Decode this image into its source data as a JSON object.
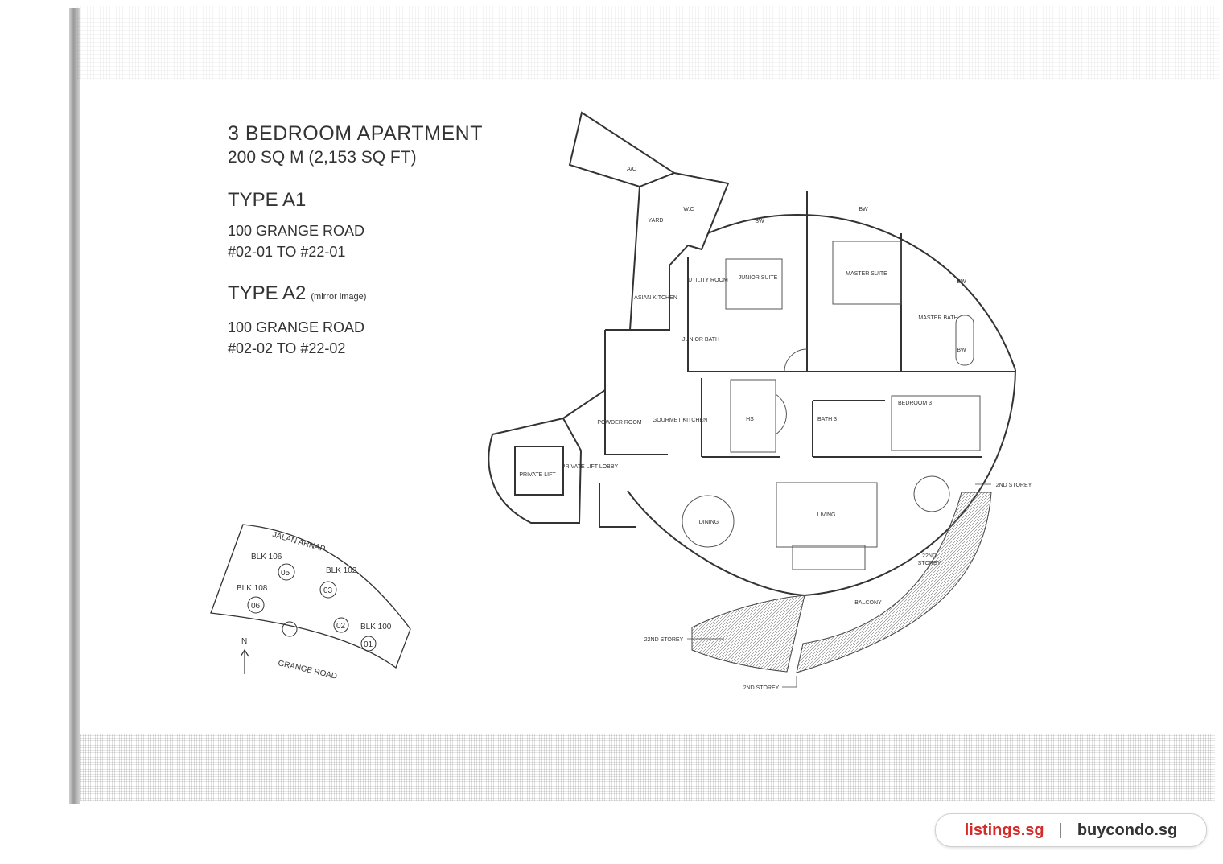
{
  "header": {
    "title": "3 BEDROOM APARTMENT",
    "area": "200 SQ M (2,153 SQ FT)"
  },
  "types": [
    {
      "name": "TYPE A1",
      "note": "",
      "address": "100 GRANGE ROAD",
      "units": "#02-01 TO #22-01"
    },
    {
      "name": "TYPE A2",
      "note": "(mirror image)",
      "address": "100 GRANGE ROAD",
      "units": "#02-02 TO #22-02"
    }
  ],
  "plan": {
    "rooms": {
      "ac": "A/C",
      "wc": "W.C",
      "yard": "YARD",
      "asian_kitchen": "ASIAN KITCHEN",
      "utility_room": "UTILITY ROOM",
      "junior_suite": "JUNIOR SUITE",
      "junior_bath": "JUNIOR BATH",
      "master_suite": "MASTER SUITE",
      "master_bath": "MASTER BATH",
      "powder_room": "POWDER ROOM",
      "gourmet_kitchen": "GOURMET KITCHEN",
      "hs": "HS",
      "bath3": "BATH 3",
      "bedroom3": "BEDROOM 3",
      "private_lift": "PRIVATE LIFT",
      "private_lift_lobby": "PRIVATE LIFT LOBBY",
      "dining": "DINING",
      "living": "LIVING",
      "balcony": "BALCONY",
      "bw": "BW"
    },
    "storey_labels": {
      "second": "2ND STOREY",
      "twentysecond": "22ND STOREY",
      "twentysecond_split": [
        "22ND",
        "STOREY"
      ]
    }
  },
  "site_plan": {
    "road_north": "JALAN ARNAP",
    "road_south": "GRANGE ROAD",
    "north": "N",
    "blocks": [
      "BLK 106",
      "BLK 102",
      "BLK 108",
      "BLK 100"
    ],
    "unit_tags": [
      "05",
      "03",
      "06",
      "02",
      "01"
    ]
  },
  "brand": {
    "left": "listings.sg",
    "separator": "|",
    "right": "buycondo.sg"
  }
}
